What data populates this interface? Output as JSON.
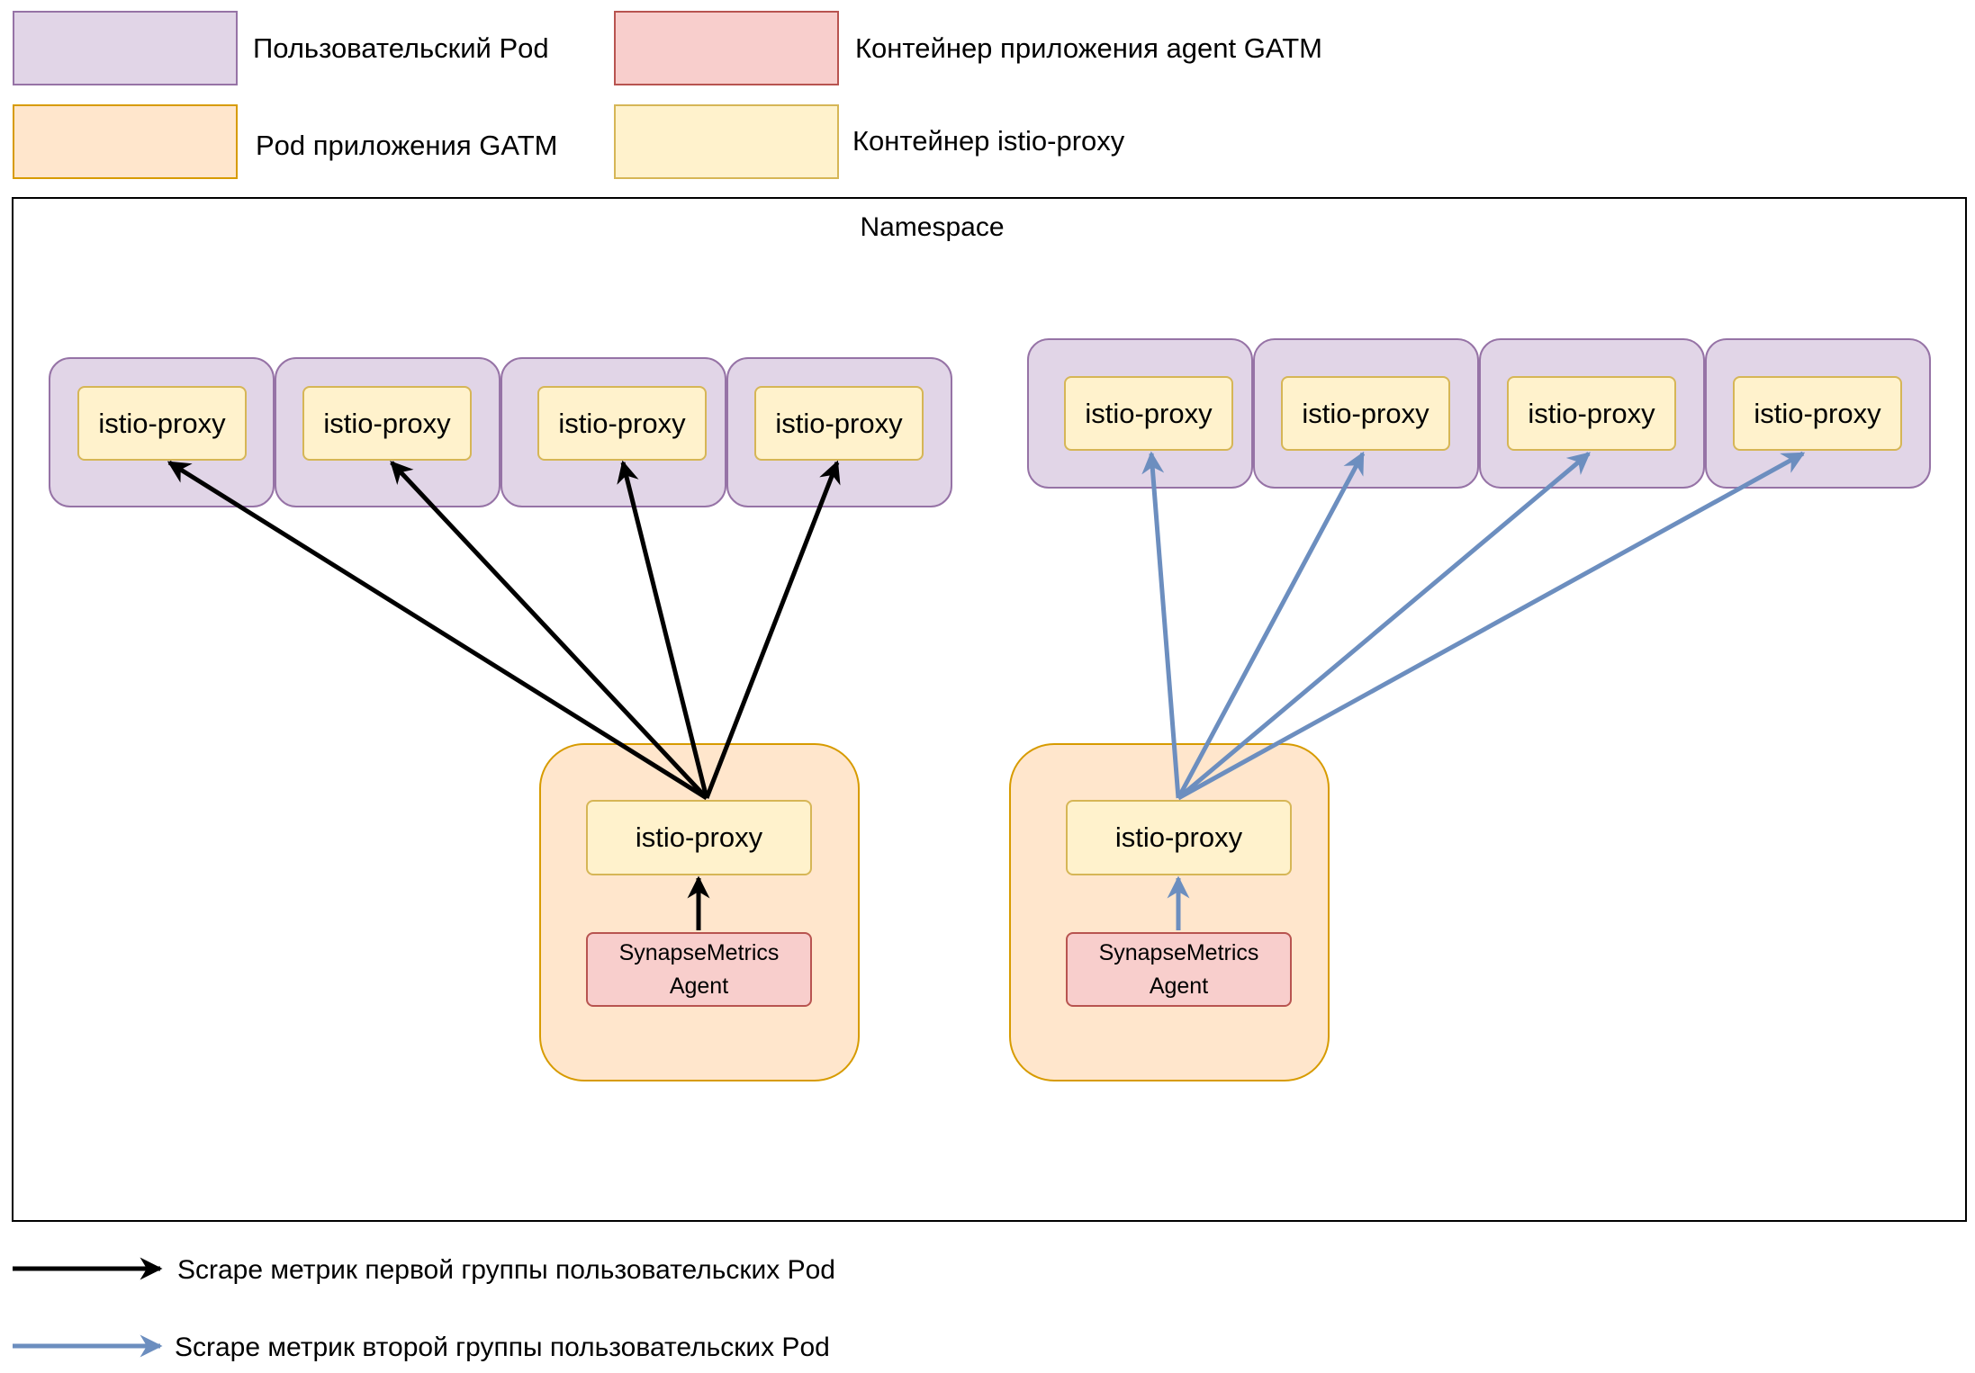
{
  "legend": {
    "user_pod": "Пользовательский Pod",
    "agent_container": "Контейнер приложения agent GATM",
    "gatm_pod": "Pod приложения GATM",
    "istio_container": "Контейнер istio-proxy"
  },
  "namespace": {
    "label": "Namespace"
  },
  "group1": {
    "pods": [
      {
        "container": "istio-proxy"
      },
      {
        "container": "istio-proxy"
      },
      {
        "container": "istio-proxy"
      },
      {
        "container": "istio-proxy"
      }
    ],
    "gatm_pod": {
      "proxy": "istio-proxy",
      "agent_line1": "SynapseMetrics",
      "agent_line2": "Agent"
    }
  },
  "group2": {
    "pods": [
      {
        "container": "istio-proxy"
      },
      {
        "container": "istio-proxy"
      },
      {
        "container": "istio-proxy"
      },
      {
        "container": "istio-proxy"
      }
    ],
    "gatm_pod": {
      "proxy": "istio-proxy",
      "agent_line1": "SynapseMetrics",
      "agent_line2": "Agent"
    }
  },
  "arrow_legend": {
    "first_group": "Scrape метрик первой группы пользовательских Pod",
    "second_group": "Scrape метрик второй группы пользовательских Pod"
  },
  "colors": {
    "black_arrow": "#000000",
    "blue_arrow": "#6c8ebf",
    "user_pod_fill": "#e1d5e7",
    "gatm_pod_fill": "#ffe6cc",
    "agent_fill": "#f8cecc",
    "istio_fill": "#fff2cc"
  }
}
